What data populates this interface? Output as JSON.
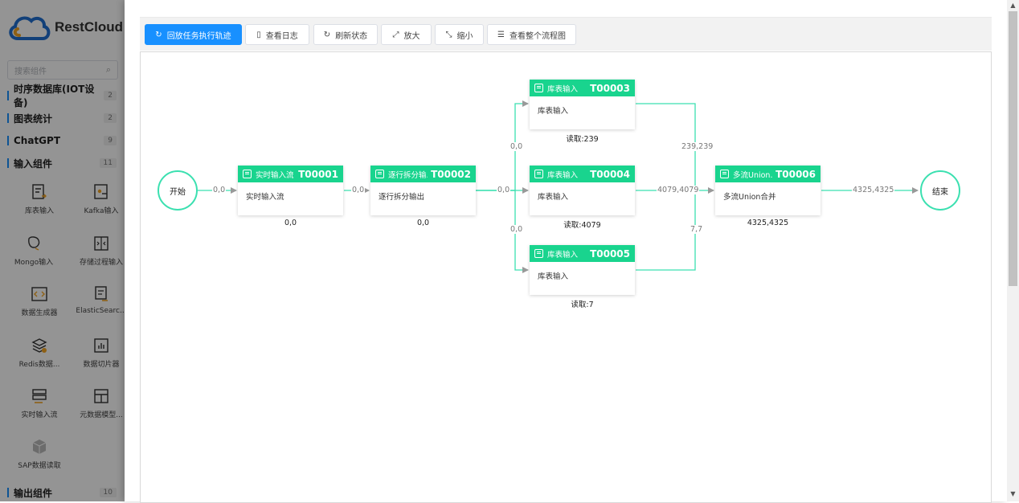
{
  "brand": {
    "name": "RestCloud"
  },
  "sidebar": {
    "search_placeholder": "搜索组件",
    "categories": [
      {
        "name": "时序数据库(IOT设备)",
        "count": "2"
      },
      {
        "name": "图表统计",
        "count": "2"
      },
      {
        "name": "ChatGPT",
        "count": "9"
      },
      {
        "name": "输入组件",
        "count": "11"
      },
      {
        "name": "输出组件",
        "count": "10"
      }
    ],
    "components": [
      {
        "label": "库表输入",
        "icon": "table-input-icon"
      },
      {
        "label": "Kafka输入",
        "icon": "kafka-input-icon"
      },
      {
        "label": "Mongo输入",
        "icon": "mongo-input-icon"
      },
      {
        "label": "存储过程输入",
        "icon": "procedure-input-icon"
      },
      {
        "label": "数据生成器",
        "icon": "code-generator-icon"
      },
      {
        "label": "ElasticSearc...",
        "icon": "elasticsearch-icon"
      },
      {
        "label": "Redis数据...",
        "icon": "redis-stack-icon"
      },
      {
        "label": "数据切片器",
        "icon": "slicer-icon"
      },
      {
        "label": "实时输入流",
        "icon": "stream-input-icon"
      },
      {
        "label": "元数据模型...",
        "icon": "metadata-model-icon"
      },
      {
        "label": "SAP数据读取",
        "icon": "sap-cube-icon"
      }
    ]
  },
  "toolbar": {
    "replay": "回放任务执行轨迹",
    "view_log": "查看日志",
    "refresh": "刷新状态",
    "zoom_in": "放大",
    "zoom_out": "缩小",
    "view_full": "查看整个流程图"
  },
  "flow": {
    "start": "开始",
    "end": "结束",
    "nodes": [
      {
        "name": "实时输入流",
        "id": "T00001",
        "body": "实时输入流",
        "stat": "0,0"
      },
      {
        "name": "逐行拆分输...",
        "id": "T00002",
        "body": "逐行拆分输出",
        "stat": "0,0"
      },
      {
        "name": "库表输入",
        "id": "T00003",
        "body": "库表输入",
        "stat": "读取:239"
      },
      {
        "name": "库表输入",
        "id": "T00004",
        "body": "库表输入",
        "stat": "读取:4079"
      },
      {
        "name": "库表输入",
        "id": "T00005",
        "body": "库表输入",
        "stat": "读取:7"
      },
      {
        "name": "多流Union...",
        "id": "T00006",
        "body": "多流Union合并",
        "stat": "4325,4325"
      }
    ],
    "edge_labels": {
      "start_to_t1": "0,0",
      "t1_to_t2": "0,0",
      "t2_to_t3": "0,0",
      "t2_to_t4": "0,0",
      "t2_to_t5": "0,0",
      "t3_to_t6": "239,239",
      "t4_to_t6": "4079,4079",
      "t5_to_t6": "7,7",
      "t6_to_end": "4325,4325"
    },
    "colors": {
      "accent": "#19d48e",
      "edge": "#3be0b0",
      "primary": "#1890ff"
    }
  }
}
